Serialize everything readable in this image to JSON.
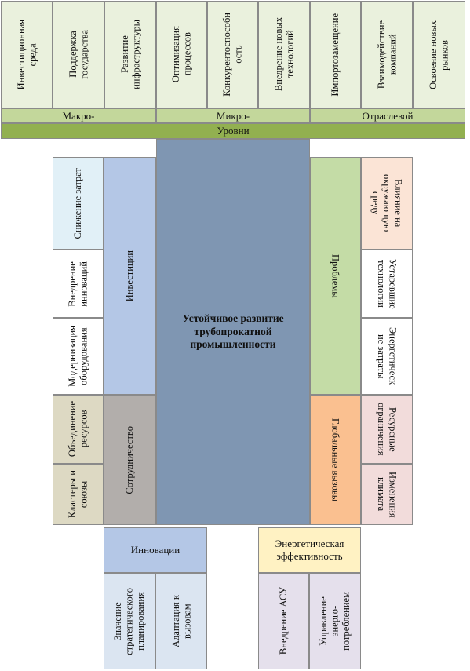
{
  "top_factors": [
    {
      "label": "Инвестиционная\nсреда"
    },
    {
      "label": "Поддержка\nгосударства"
    },
    {
      "label": "Развитие\nинфраструктуры"
    },
    {
      "label": "Оптимизация\nпроцессов"
    },
    {
      "label": "Конкурентоспособн\nость"
    },
    {
      "label": "Внедрение новых\nтехнологий"
    },
    {
      "label": "Импортозамещение"
    },
    {
      "label": "Взаимодействие\nкомпаний"
    },
    {
      "label": "Освоение новых\nрынков"
    }
  ],
  "levels": {
    "macro": "Макро-",
    "micro": "Микро-",
    "sector": "Отраслевой",
    "title": "Уровни"
  },
  "center": "Устойчивое развитие\nтрубопрокатной\nпромышленности",
  "left": {
    "investments": "Инвестиции",
    "investment_items": [
      {
        "label": "Снижение затрат"
      },
      {
        "label": "Внедрение\nинноваций"
      },
      {
        "label": "Модернизация\nоборудования"
      }
    ],
    "cooperation": "Сотрудничество",
    "cooperation_items": [
      {
        "label": "Объединение\nресурсов"
      },
      {
        "label": "Кластеры и\nсоюзы"
      }
    ]
  },
  "right": {
    "problems": "Проблемы",
    "problem_items": [
      {
        "label": "Влияние на\nокружающую\nсреду"
      },
      {
        "label": "Устаревшие\nтехнологии"
      },
      {
        "label": "Энергетическ\nие затраты"
      }
    ],
    "global": "Глобальные вызовы",
    "global_items": [
      {
        "label": "Ресурсные\nограничения"
      },
      {
        "label": "Изменения\nклимата"
      }
    ]
  },
  "bottom": {
    "innovations": "Инновации",
    "innovation_items": [
      {
        "label": "Значение\nстратегического\nпланирования"
      },
      {
        "label": "Адаптация к\nвызовам"
      }
    ],
    "energy": "Энергетическая\nэффективность",
    "energy_items": [
      {
        "label": "Внедрение АСУ"
      },
      {
        "label": "Управление\nэнерго-\nпотреблением"
      }
    ]
  }
}
